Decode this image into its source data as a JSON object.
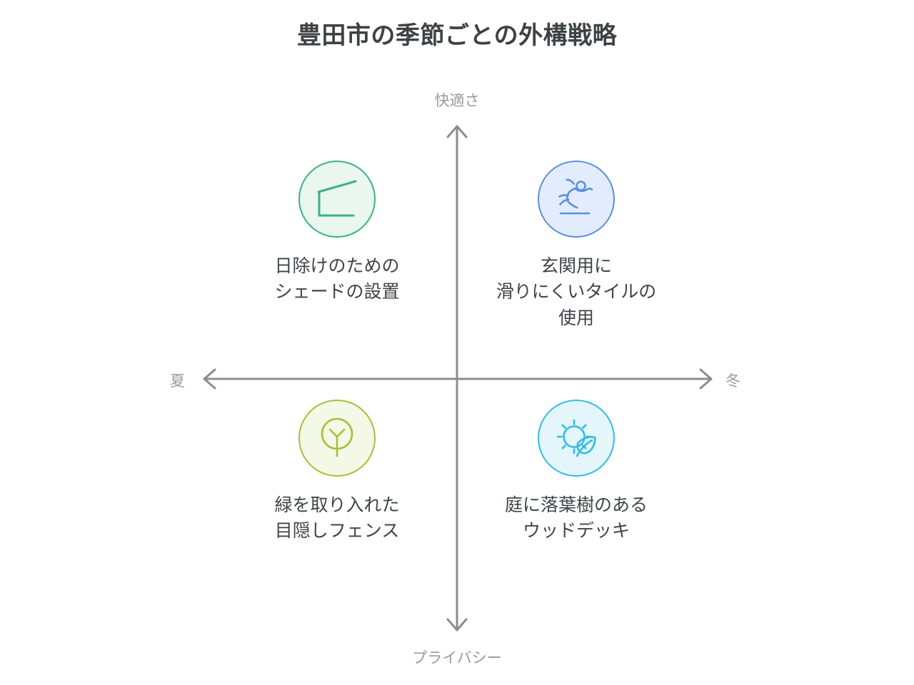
{
  "page": {
    "title": "豊田市の季節ごとの外構戦略",
    "background_color": "#ffffff",
    "text_color": "#3f4448"
  },
  "axes": {
    "line_color": "#8c8c8c",
    "top_label": "快適さ",
    "bottom_label": "プライバシー",
    "left_label": "夏",
    "right_label": "冬",
    "label_color": "#9a9a9a"
  },
  "quadrants": [
    {
      "position": "top-left",
      "icon": "awning-shade-icon",
      "stroke_color": "#3cb37c",
      "fill_color": "#e9f7ef",
      "label": "日除けのための\nシェードの設置"
    },
    {
      "position": "top-right",
      "icon": "person-slipping-icon",
      "stroke_color": "#5b8fe0",
      "fill_color": "#e2ecfd",
      "label": "玄関用に\n滑りにくいタイルの\n使用"
    },
    {
      "position": "bottom-left",
      "icon": "tree-icon",
      "stroke_color": "#a2c13a",
      "fill_color": "#f4f8e6",
      "label": "緑を取り入れた\n目隠しフェンス"
    },
    {
      "position": "bottom-right",
      "icon": "sun-leaf-icon",
      "stroke_color": "#33bbe3",
      "fill_color": "#e4f6fb",
      "label": "庭に落葉樹のある\nウッドデッキ"
    }
  ],
  "chart_data": {
    "type": "scatter",
    "title": "豊田市の季節ごとの外構戦略",
    "xlabel": "夏 ↔ 冬",
    "ylabel": "プライバシー ↔ 快適さ",
    "x_axis": {
      "left": "夏",
      "right": "冬"
    },
    "y_axis": {
      "top": "快適さ",
      "bottom": "プライバシー"
    },
    "grid": false,
    "legend": "none",
    "points": [
      {
        "label": "日除けのためのシェードの設置",
        "quadrant": "top-left",
        "x": -0.45,
        "y": 0.55
      },
      {
        "label": "玄関用に滑りにくいタイルの使用",
        "quadrant": "top-right",
        "x": 0.45,
        "y": 0.55
      },
      {
        "label": "緑を取り入れた目隠しフェンス",
        "quadrant": "bottom-left",
        "x": -0.45,
        "y": -0.35
      },
      {
        "label": "庭に落葉樹のあるウッドデッキ",
        "quadrant": "bottom-right",
        "x": 0.45,
        "y": -0.35
      }
    ]
  }
}
